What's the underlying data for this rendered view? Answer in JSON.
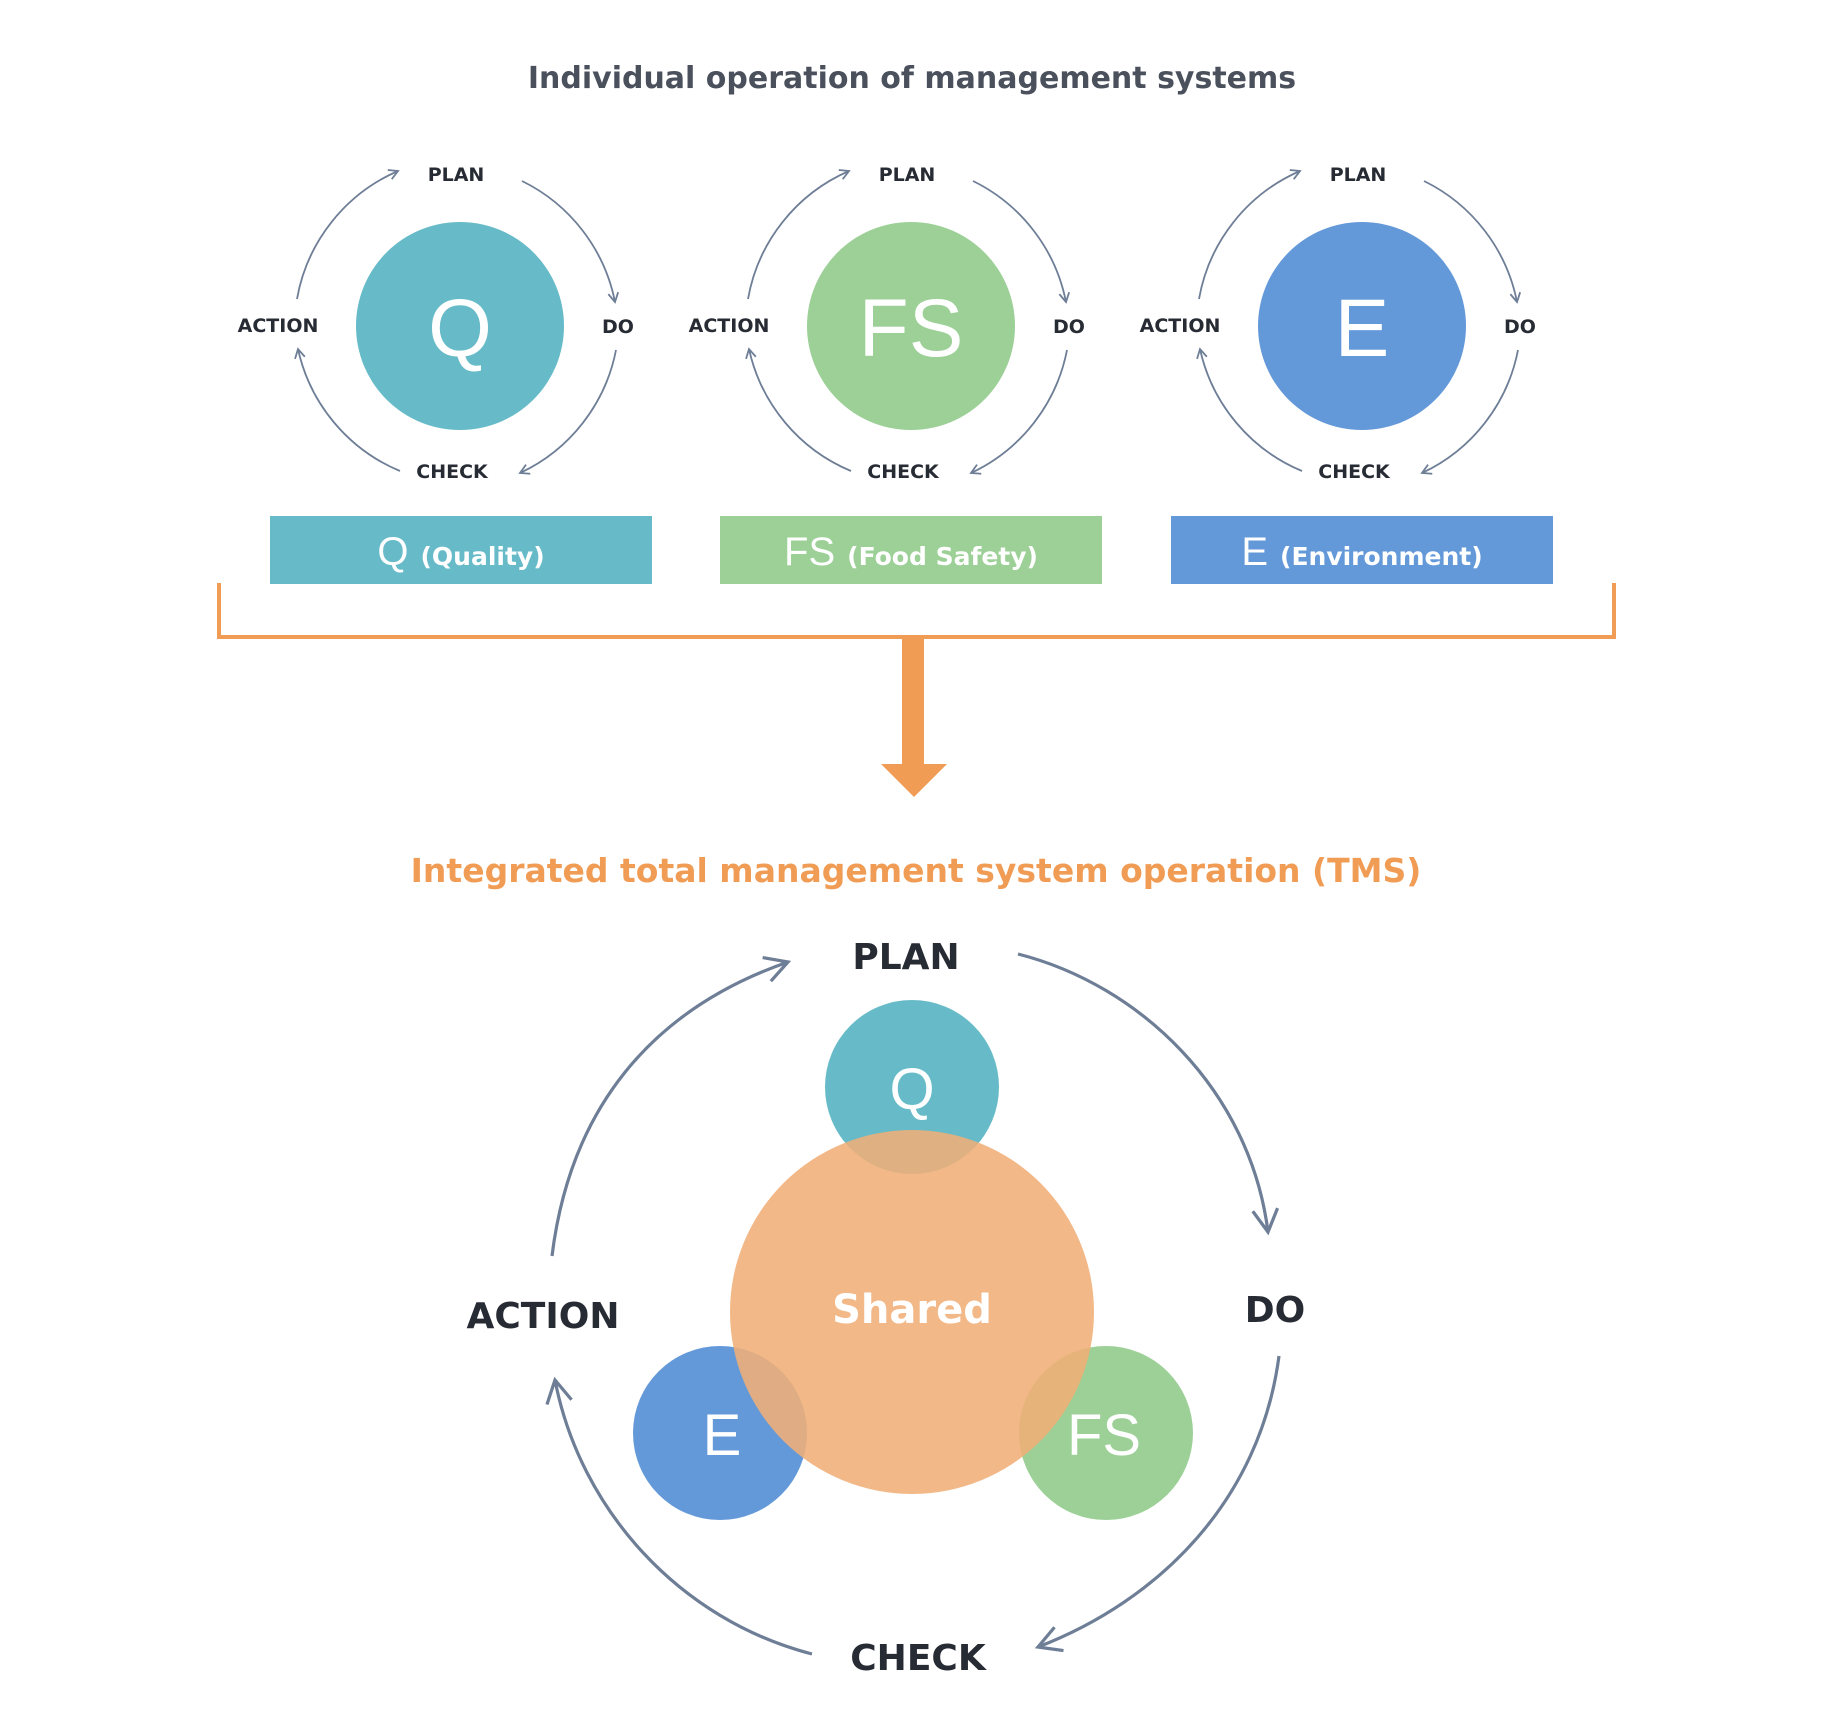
{
  "titles": {
    "individual": "Individual operation of management systems",
    "integrated": "Integrated total management system operation (TMS)"
  },
  "cycle_labels": {
    "plan": "PLAN",
    "do": "DO",
    "check": "CHECK",
    "action": "ACTION"
  },
  "systems": [
    {
      "key": "q",
      "abbr": "Q",
      "name": "(Quality)",
      "color": "#67BBC8"
    },
    {
      "key": "fs",
      "abbr": "FS",
      "name": "(Food Safety)",
      "color": "#9CD097"
    },
    {
      "key": "e",
      "abbr": "E",
      "name": "(Environment)",
      "color": "#6499D9"
    }
  ],
  "integrated": {
    "center_label": "Shared",
    "center_color": "#F0AE76",
    "accent_color": "#F09C55",
    "arrow_color": "#6E7E96"
  }
}
